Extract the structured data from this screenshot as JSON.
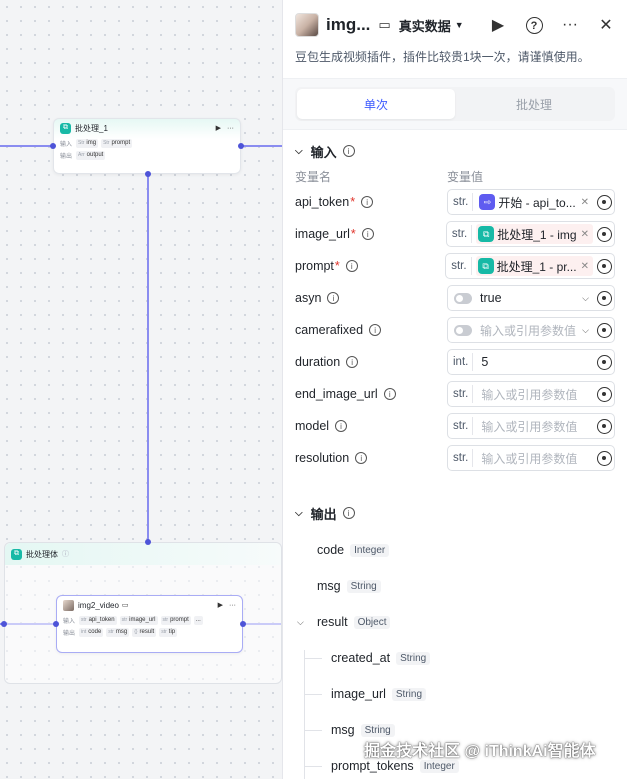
{
  "canvas": {
    "batch_node": {
      "title": "批处理_1",
      "input_label": "输入",
      "output_label": "输出",
      "inputs": [
        {
          "type": "Str",
          "name": "img"
        },
        {
          "type": "Str",
          "name": "prompt"
        }
      ],
      "outputs": [
        {
          "type": "Arr",
          "name": "output"
        }
      ]
    },
    "group": {
      "title": "批处理体"
    },
    "inner_node": {
      "title": "img2_video",
      "input_label": "输入",
      "output_label": "输出",
      "inputs": [
        {
          "type": "str",
          "name": "api_token"
        },
        {
          "type": "str",
          "name": "image_url"
        },
        {
          "type": "str",
          "name": "prompt"
        }
      ],
      "more": "...",
      "outputs": [
        {
          "type": "int",
          "name": "code"
        },
        {
          "type": "str",
          "name": "msg"
        },
        {
          "type": "{}",
          "name": "result"
        },
        {
          "type": "str",
          "name": "tip"
        }
      ]
    }
  },
  "panel": {
    "title": "img...",
    "mode": "真实数据",
    "description": "豆包生成视频插件，插件比较贵1块一次，请谨慎使用。",
    "tabs": [
      {
        "label": "单次",
        "active": true
      },
      {
        "label": "批处理",
        "active": false
      }
    ],
    "input_section": {
      "title": "输入",
      "col_name": "变量名",
      "col_value": "变量值",
      "rows": [
        {
          "name": "api_token",
          "required": true,
          "type": "str.",
          "kind": "ref",
          "ref_icon": "start",
          "ref_text": "开始 - api_to...",
          "pink": false
        },
        {
          "name": "image_url",
          "required": true,
          "type": "str.",
          "kind": "ref",
          "ref_icon": "batch",
          "ref_text": "批处理_1 - img",
          "pink": true
        },
        {
          "name": "prompt",
          "required": true,
          "type": "str.",
          "kind": "ref",
          "ref_icon": "batch",
          "ref_text": "批处理_1 - pr...",
          "pink": true
        },
        {
          "name": "asyn",
          "required": false,
          "type": "",
          "kind": "bool",
          "value": "true"
        },
        {
          "name": "camerafixed",
          "required": false,
          "type": "",
          "kind": "bool",
          "placeholder": "输入或引用参数值"
        },
        {
          "name": "duration",
          "required": false,
          "type": "int.",
          "kind": "value",
          "value": "5"
        },
        {
          "name": "end_image_url",
          "required": false,
          "type": "str.",
          "kind": "placeholder",
          "placeholder": "输入或引用参数值"
        },
        {
          "name": "model",
          "required": false,
          "type": "str.",
          "kind": "placeholder",
          "placeholder": "输入或引用参数值"
        },
        {
          "name": "resolution",
          "required": false,
          "type": "str.",
          "kind": "placeholder",
          "placeholder": "输入或引用参数值"
        }
      ]
    },
    "output_section": {
      "title": "输出",
      "rows": [
        {
          "name": "code",
          "type": "Integer",
          "nested": false,
          "expandable": false
        },
        {
          "name": "msg",
          "type": "String",
          "nested": false,
          "expandable": false
        },
        {
          "name": "result",
          "type": "Object",
          "nested": false,
          "expandable": true
        },
        {
          "name": "created_at",
          "type": "String",
          "nested": true,
          "expandable": false
        },
        {
          "name": "image_url",
          "type": "String",
          "nested": true,
          "expandable": false
        },
        {
          "name": "msg",
          "type": "String",
          "nested": true,
          "expandable": false
        },
        {
          "name": "prompt_tokens",
          "type": "Integer",
          "nested": true,
          "expandable": false
        }
      ]
    }
  },
  "watermark": "掘金技术社区 @ iThinkAi智能体",
  "colors": {
    "accent": "#3e5bff",
    "edge": "#8a8cf0",
    "batch_icon": "#17b9a6",
    "start_icon": "#5f5cf0",
    "required": "#e0342b"
  }
}
